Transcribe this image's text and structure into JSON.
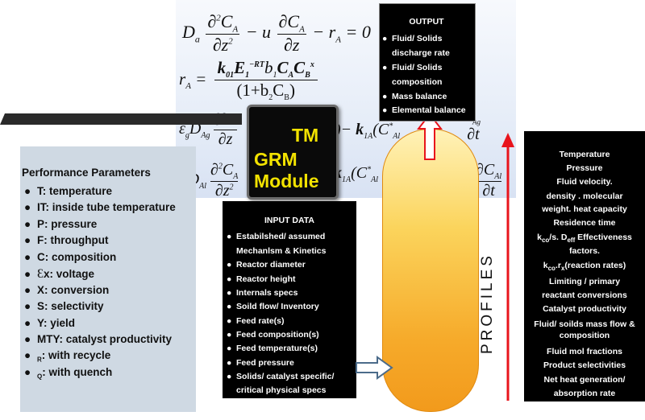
{
  "module": {
    "tm": "TM",
    "line1": "GRM",
    "line2": "Module"
  },
  "performance": {
    "title": "Performance Parameters",
    "items": [
      "T: temperature",
      "IT: inside tube temperature",
      "P: pressure",
      "F: throughput",
      "C: composition",
      "x: voltage",
      "X: conversion",
      "S: selectivity",
      "Y: yield",
      "MTY: catalyst productivity",
      ": with recycle",
      ": with quench"
    ],
    "voltage_symbol": "Ɛ",
    "subscript_r": "R",
    "subscript_q": "Q"
  },
  "input": {
    "title": "INPUT DATA",
    "items": [
      "Estabilshed/ assumed",
      "Mechanlsm & Kinetics",
      "Reactor diameter",
      "Reactor height",
      "Internals specs",
      "Soild flow/ Inventory",
      "Feed rate(s)",
      "Feed composition(s)",
      "Feed temperature(s)",
      "Feed pressure",
      "Solids/ catalyst specific/",
      "critical physical specs"
    ],
    "bullet_rows": [
      0,
      2,
      3,
      4,
      5,
      6,
      7,
      8,
      9,
      10
    ]
  },
  "output": {
    "title": "OUTPUT",
    "items": [
      "Fluid/ Solids",
      "discharge rate",
      "Fluid/ Solids",
      "composition",
      "Mass balance",
      "Elemental balance"
    ],
    "bullet_rows": [
      0,
      2,
      4,
      5
    ]
  },
  "profiles_label": "PROFILES",
  "profiles": [
    "Temperature",
    "Pressure",
    "Fluid velocity.",
    "density . molecular",
    "weight. heat capacity",
    "Residence time",
    "k",
    "factors.",
    "k",
    "Limiting / primary",
    "reactant conversions",
    "Catalyst productivity",
    "Fluid/ soilds mass flow &",
    "composition",
    "Fluid mol fractions",
    "Product selectivities",
    "Net heat generation/",
    "absorption rate"
  ],
  "profiles_rich": {
    "k_sub": "co",
    "k_mid": "/s. D",
    "d_sub": "eff",
    "tail": " Effectiveness",
    "k2_sub": "co",
    "k2_mid": ".r",
    "k2_sub2": "x",
    "k2_tail": "(reaction rates)"
  },
  "colors": {
    "accent_red": "#e8141c",
    "module_text": "#f2e200",
    "reactor_top": "#fff2b8",
    "reactor_bottom": "#f29a1c",
    "perf_bg": "#cfd9e3"
  }
}
